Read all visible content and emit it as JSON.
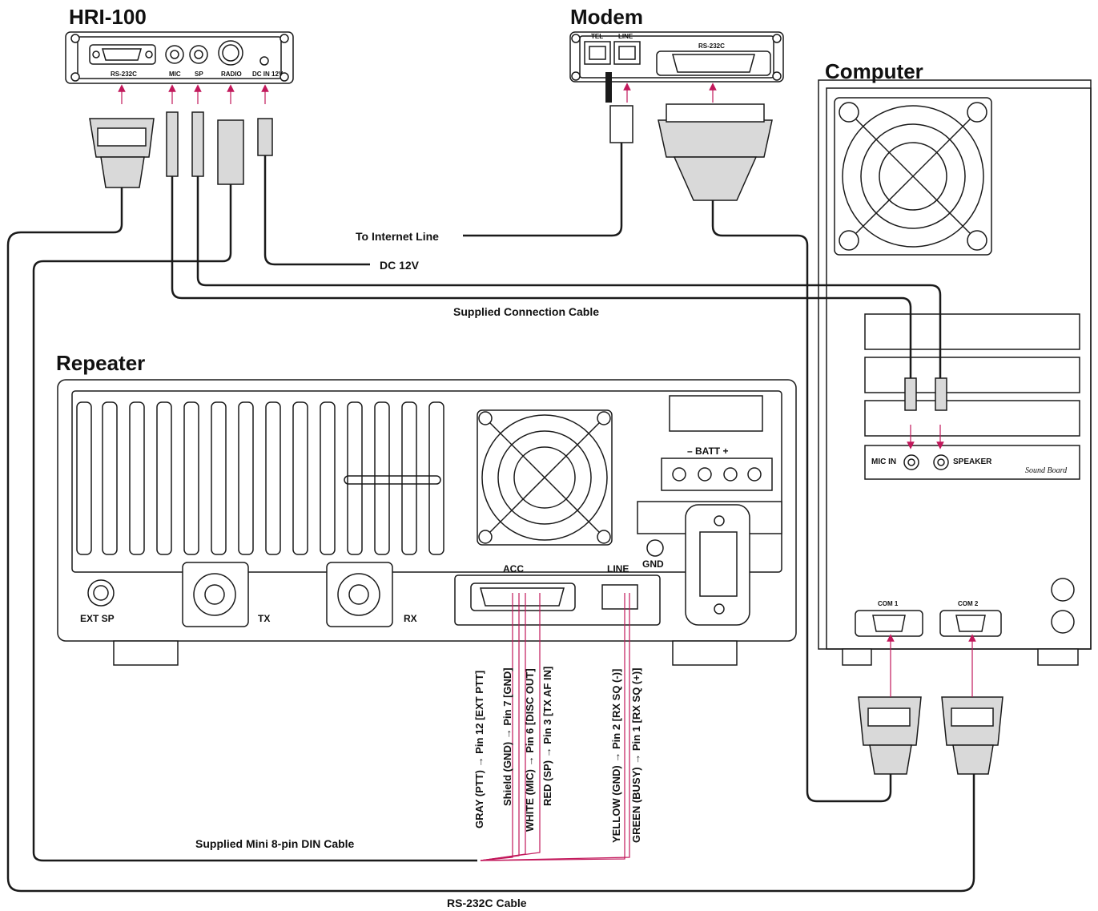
{
  "devices": {
    "hri": "HRI-100",
    "modem": "Modem",
    "computer": "Computer",
    "repeater": "Repeater"
  },
  "hri_ports": {
    "rs232c": "RS-232C",
    "mic": "MIC",
    "sp": "SP",
    "radio": "RADIO",
    "dcin": "DC IN 12V"
  },
  "modem_ports": {
    "tel": "TEL",
    "line": "LINE",
    "rs232c": "RS-232C"
  },
  "computer_ports": {
    "mic_in": "MIC IN",
    "speaker": "SPEAKER",
    "sound_board": "Sound Board",
    "com1": "COM 1",
    "com2": "COM 2"
  },
  "repeater_ports": {
    "batt": "– BATT +",
    "gnd": "GND",
    "acc": "ACC",
    "line": "LINE",
    "ext_sp": "EXT SP",
    "tx": "TX",
    "rx": "RX"
  },
  "cables": {
    "internet": "To Internet Line",
    "dc": "DC 12V",
    "connection": "Supplied Connection Cable",
    "din": "Supplied Mini 8-pin DIN Cable",
    "rs232": "RS-232C Cable"
  },
  "wires": [
    "GRAY (PTT) → Pin 12 [EXT PTT]",
    "Shield (GND) → Pin 7 [GND]",
    "WHITE (MIC) → Pin 6 [DISC OUT]",
    "RED (SP) → Pin 3 [TX AF IN]",
    "YELLOW (GND) → Pin 2 [RX SQ (-)]",
    "GREEN (BUSY) → Pin 1 [RX SQ (+)]"
  ],
  "colors": {
    "line": "#1a1a1a",
    "arrow": "#c2185b",
    "device_fill": "#ffffff",
    "plug_fill": "#d9d9d9"
  }
}
